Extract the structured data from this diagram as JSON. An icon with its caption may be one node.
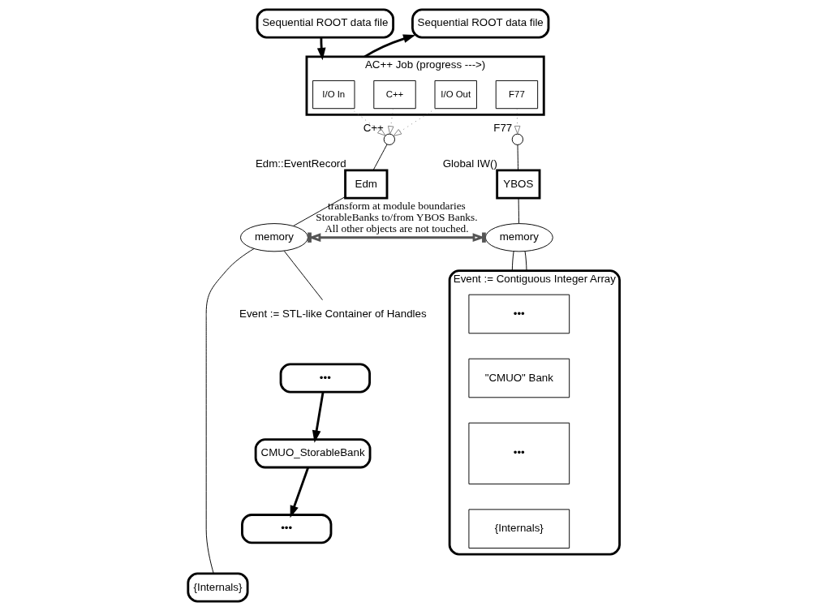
{
  "diagram": {
    "nodes": [
      {
        "text": [
          "Sequential ROOT data file"
        ]
      },
      {
        "text": [
          "AC++ Job (progress --->)"
        ]
      },
      {
        "text": [
          "I/O In"
        ],
        "in": 1
      },
      {
        "text": [
          "C++"
        ],
        "in": 1
      },
      {
        "text": [
          "F77"
        ],
        "in": 1
      },
      {
        "text": [
          "I/O Out"
        ],
        "in": 1
      },
      {
        "text": [
          "Sequential ROOT data file"
        ]
      },
      {
        "text": [],
        "shape": "circle",
        "beside": [
          "C++"
        ]
      },
      {
        "text": [
          "Edm"
        ],
        "beside": [
          "Edm::EventRecord"
        ]
      },
      {
        "text": [],
        "shape": "circle",
        "beside": [
          "F77"
        ]
      },
      {
        "text": [
          "YBOS"
        ],
        "beside": [
          "Global IW()"
        ]
      },
      {
        "text": [
          "memory"
        ]
      },
      {
        "text": [
          "memory"
        ]
      },
      {
        "text": [
          "Event := STL-like Container of Handles"
        ]
      },
      {
        "text": [
          "•••"
        ]
      },
      {
        "text": [
          "CMUO_StorableBank"
        ]
      },
      {
        "text": [
          "•••"
        ]
      },
      {
        "text": [
          "{Internals}"
        ]
      },
      {
        "text": [
          "Event := Contiguous Integer Array"
        ]
      },
      {
        "text": [
          "•••"
        ],
        "in": 18
      },
      {
        "text": [
          "\"CMUO\" Bank"
        ],
        "in": 18
      },
      {
        "text": [
          "•••"
        ],
        "in": 18
      },
      {
        "text": [
          "{Internals}"
        ],
        "in": 18
      }
    ],
    "edges": [
      {
        "from": 0,
        "to": 1,
        "arrow": "to",
        "style": "thick"
      },
      {
        "from": 1,
        "to": 6,
        "arrow": "to",
        "style": "thick"
      },
      {
        "from": 2,
        "to": 7,
        "arrow": "to",
        "style": "dashed",
        "color": "#808080"
      },
      {
        "from": 3,
        "to": 7,
        "arrow": "to",
        "style": "dashed",
        "color": "#808080"
      },
      {
        "from": 5,
        "to": 7,
        "arrow": "to",
        "style": "dashed",
        "color": "#808080"
      },
      {
        "from": 4,
        "to": 9,
        "arrow": "to",
        "style": "dashed",
        "color": "#808080"
      },
      {
        "from": 7,
        "to": 8,
        "arrow": "none"
      },
      {
        "from": 9,
        "to": 10,
        "arrow": "none"
      },
      {
        "from": 8,
        "to": 11,
        "arrow": "none"
      },
      {
        "from": 10,
        "to": 12,
        "arrow": "none"
      },
      {
        "from": 11,
        "to": 12,
        "arrow": "both",
        "style": "thick",
        "color": "#555555",
        "label": "transform at module boundaries StorableBanks to/from YBOS Banks. All other objects are not touched."
      },
      {
        "from": 11,
        "to": 13,
        "arrow": "none"
      },
      {
        "from": 11,
        "to": 17,
        "arrow": "none"
      },
      {
        "from": 12,
        "to": 18,
        "arrow": "none"
      },
      {
        "from": 12,
        "to": 18,
        "arrow": "none"
      },
      {
        "from": 14,
        "to": 15,
        "arrow": "to",
        "style": "thick"
      },
      {
        "from": 15,
        "to": 16,
        "arrow": "to",
        "style": "thick"
      }
    ]
  }
}
